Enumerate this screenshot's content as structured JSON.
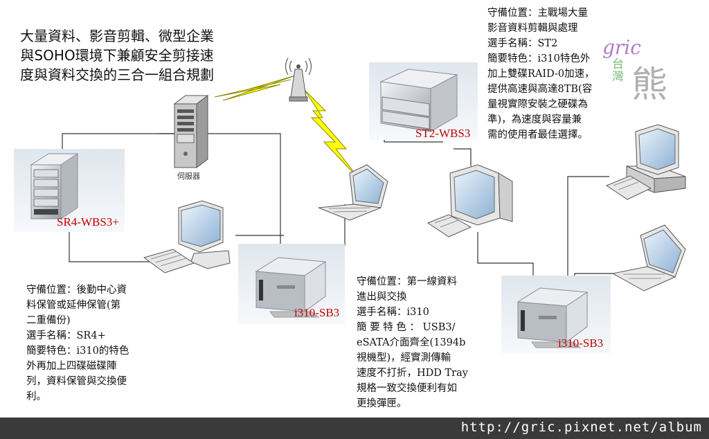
{
  "title_lines": [
    "大量資料、影音剪輯、微型企業",
    "與SOHO環境下兼顧安全剪接速",
    "度與資料交換的三合一組合規劃"
  ],
  "devices": {
    "sr4_label": "SR4-WBS3+",
    "st2_label": "ST2-WBS3",
    "i310_left_label": "i310-SB3",
    "i310_right_label": "i310-SB3",
    "server_label": "伺服器"
  },
  "st2_desc": [
    "守備位置：主戰場大量",
    "影音資料剪輯與處理",
    "選手名稱：ST2",
    "簡要特色：i310特色外",
    "加上雙碟RAID-0加速，",
    "提供高速與高達8TB(容",
    "量視實際安裝之硬碟為",
    "準)，為速度與容量兼",
    "需的使用者最佳選擇。"
  ],
  "sr4_desc": [
    "守備位置：後勤中心資",
    "料保管或延伸保管(第",
    "二重備份)",
    "選手名稱：SR4+",
    "簡要特色：i310的特色",
    "外再加上四碟磁碟陣",
    "列，資料保管與交換便",
    "利。"
  ],
  "i310_desc": [
    "守備位置：第一線資料",
    "進出與交換",
    "選手名稱：i310",
    "簡 要 特 色 ： USB3/",
    "eSATA介面齊全(1394b",
    "視機型)，經實測傳輸",
    "速度不打折，HDD Tray",
    "規格一致交換便利有如",
    "更換彈匣。"
  ],
  "logo": {
    "script": "gric",
    "kanji": "熊",
    "small": "台灣"
  },
  "footer": {
    "url": "http://gric.pixnet.net/album"
  }
}
